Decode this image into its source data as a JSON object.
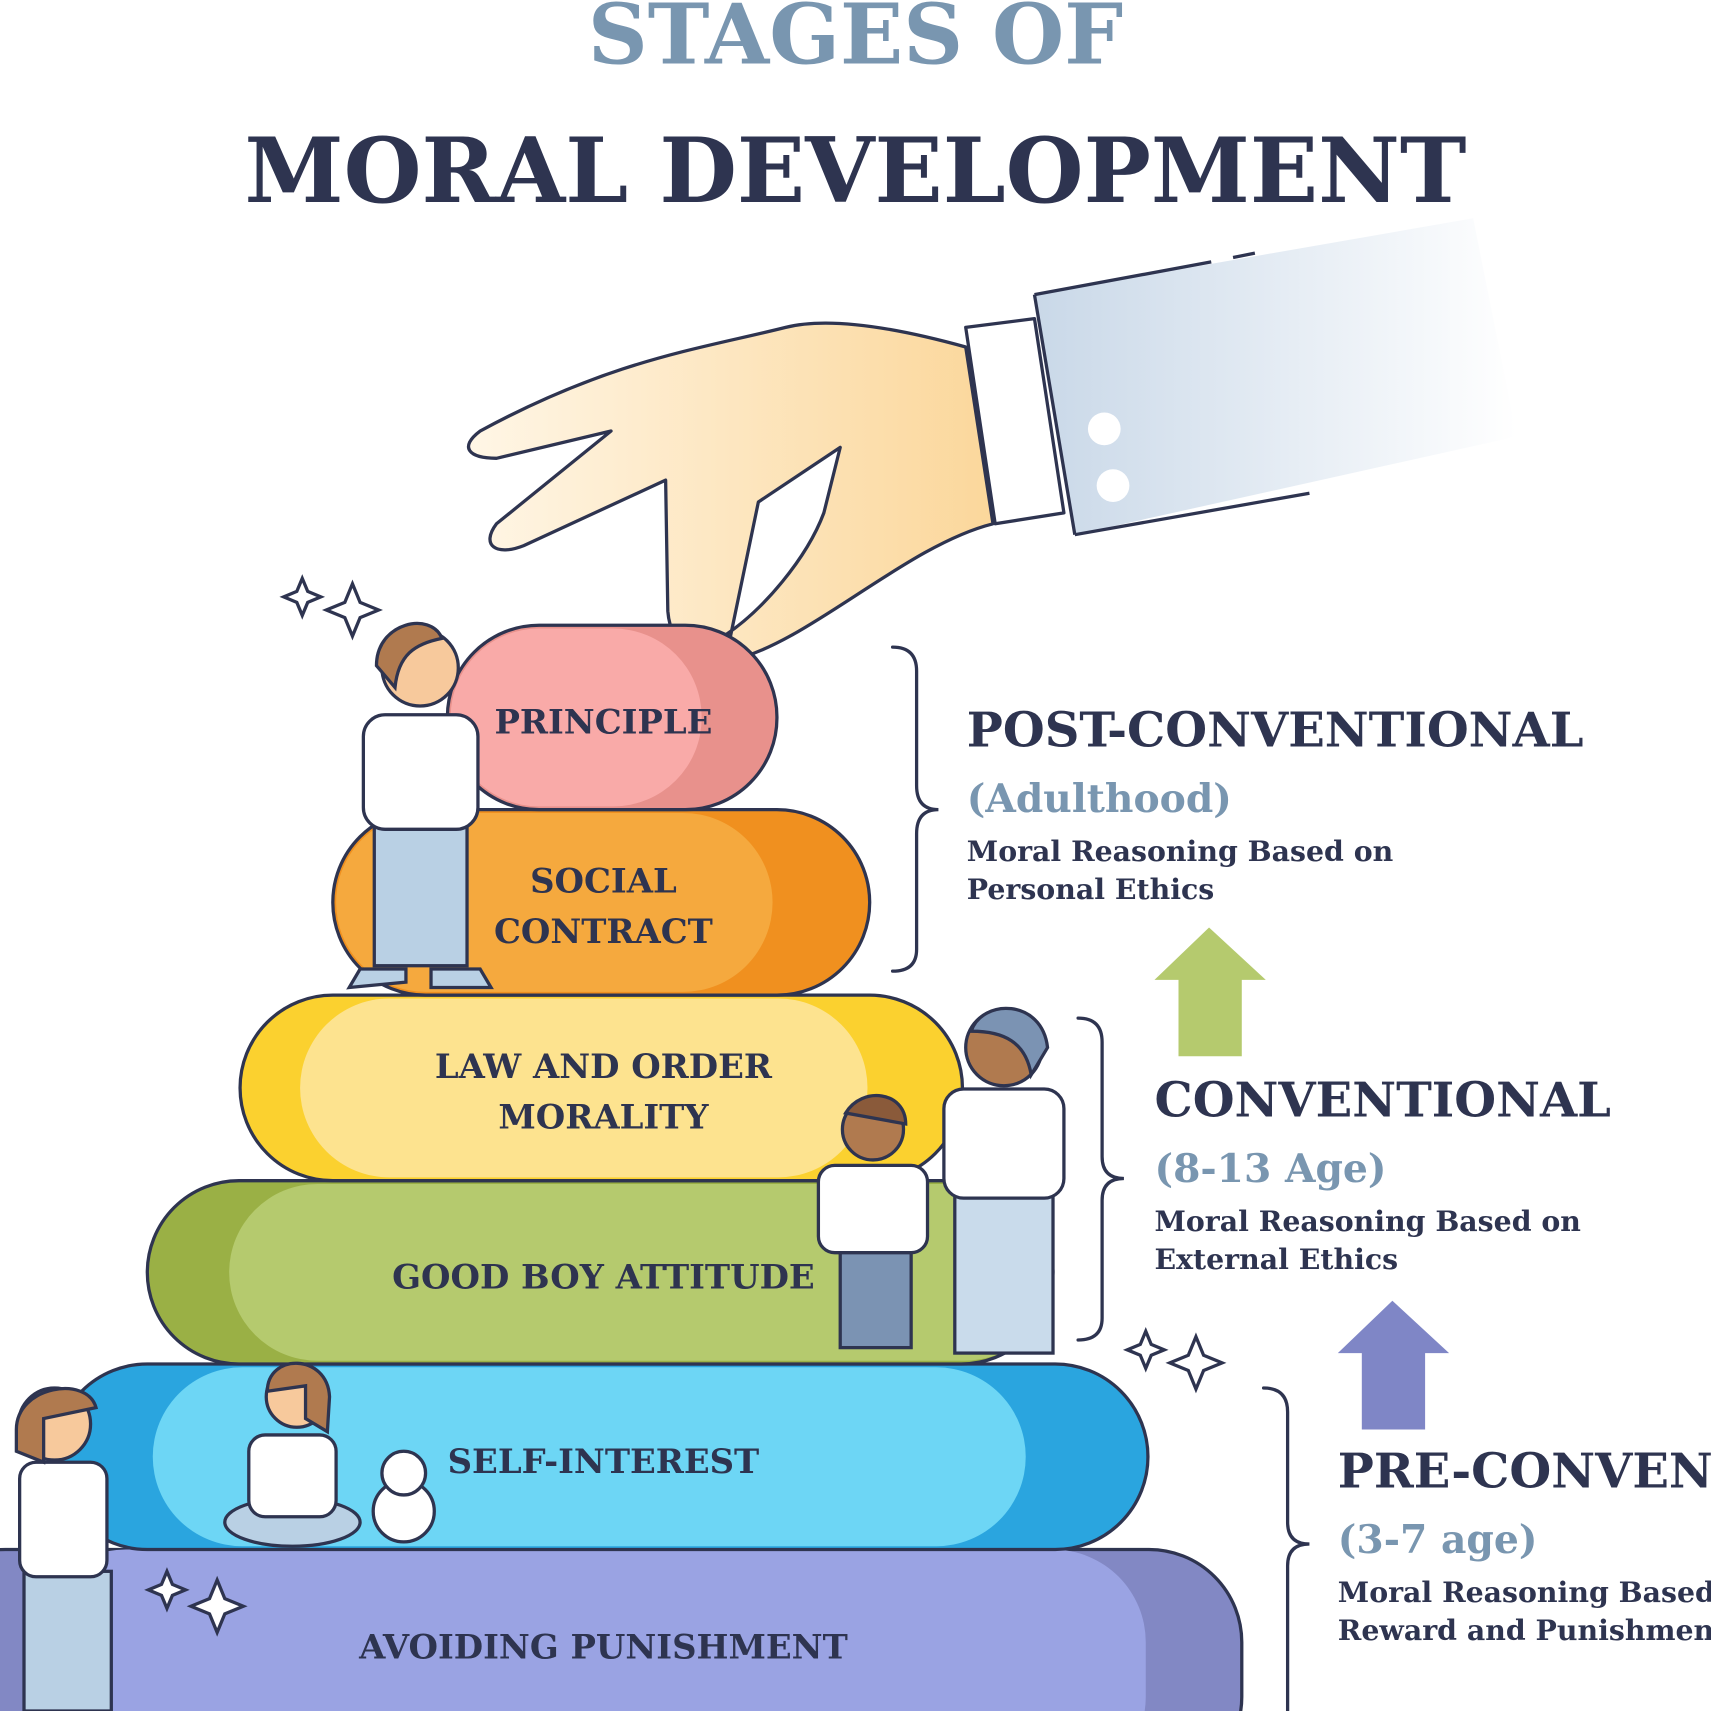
{
  "title": {
    "line1": "STAGES OF",
    "line2": "MORAL DEVELOPMENT"
  },
  "colors": {
    "title_primary": "#2e3450",
    "title_secondary": "#7996b0",
    "principle": "#f9aaa8",
    "social_contract": "#f5a93e",
    "law_and_order": "#fbd12f",
    "good_boy": "#b5ca6e",
    "self_interest": "#6dd6f5",
    "avoiding_punishment": "#9aa3e3",
    "arrow_conventional": "#b5ca6e",
    "arrow_pre": "#7f86c6"
  },
  "stages": [
    {
      "label_lines": [
        "PRINCIPLE"
      ]
    },
    {
      "label_lines": [
        "SOCIAL",
        "CONTRACT"
      ]
    },
    {
      "label_lines": [
        "LAW AND ORDER",
        "MORALITY"
      ]
    },
    {
      "label_lines": [
        "GOOD BOY ATTITUDE"
      ]
    },
    {
      "label_lines": [
        "SELF-INTEREST"
      ]
    },
    {
      "label_lines": [
        "AVOIDING PUNISHMENT"
      ]
    }
  ],
  "levels": [
    {
      "title": "POST-CONVENTIONAL",
      "age": "(Adulthood)",
      "desc_lines": [
        "Moral Reasoning Based on",
        "Personal Ethics"
      ]
    },
    {
      "title": "CONVENTIONAL",
      "age": "(8-13 Age)",
      "desc_lines": [
        "Moral Reasoning Based on",
        "External Ethics"
      ]
    },
    {
      "title": "PRE-CONVENTIONAL",
      "age": "(3-7 age)",
      "desc_lines": [
        "Moral Reasoning Based on",
        "Reward and Punishment"
      ]
    }
  ]
}
